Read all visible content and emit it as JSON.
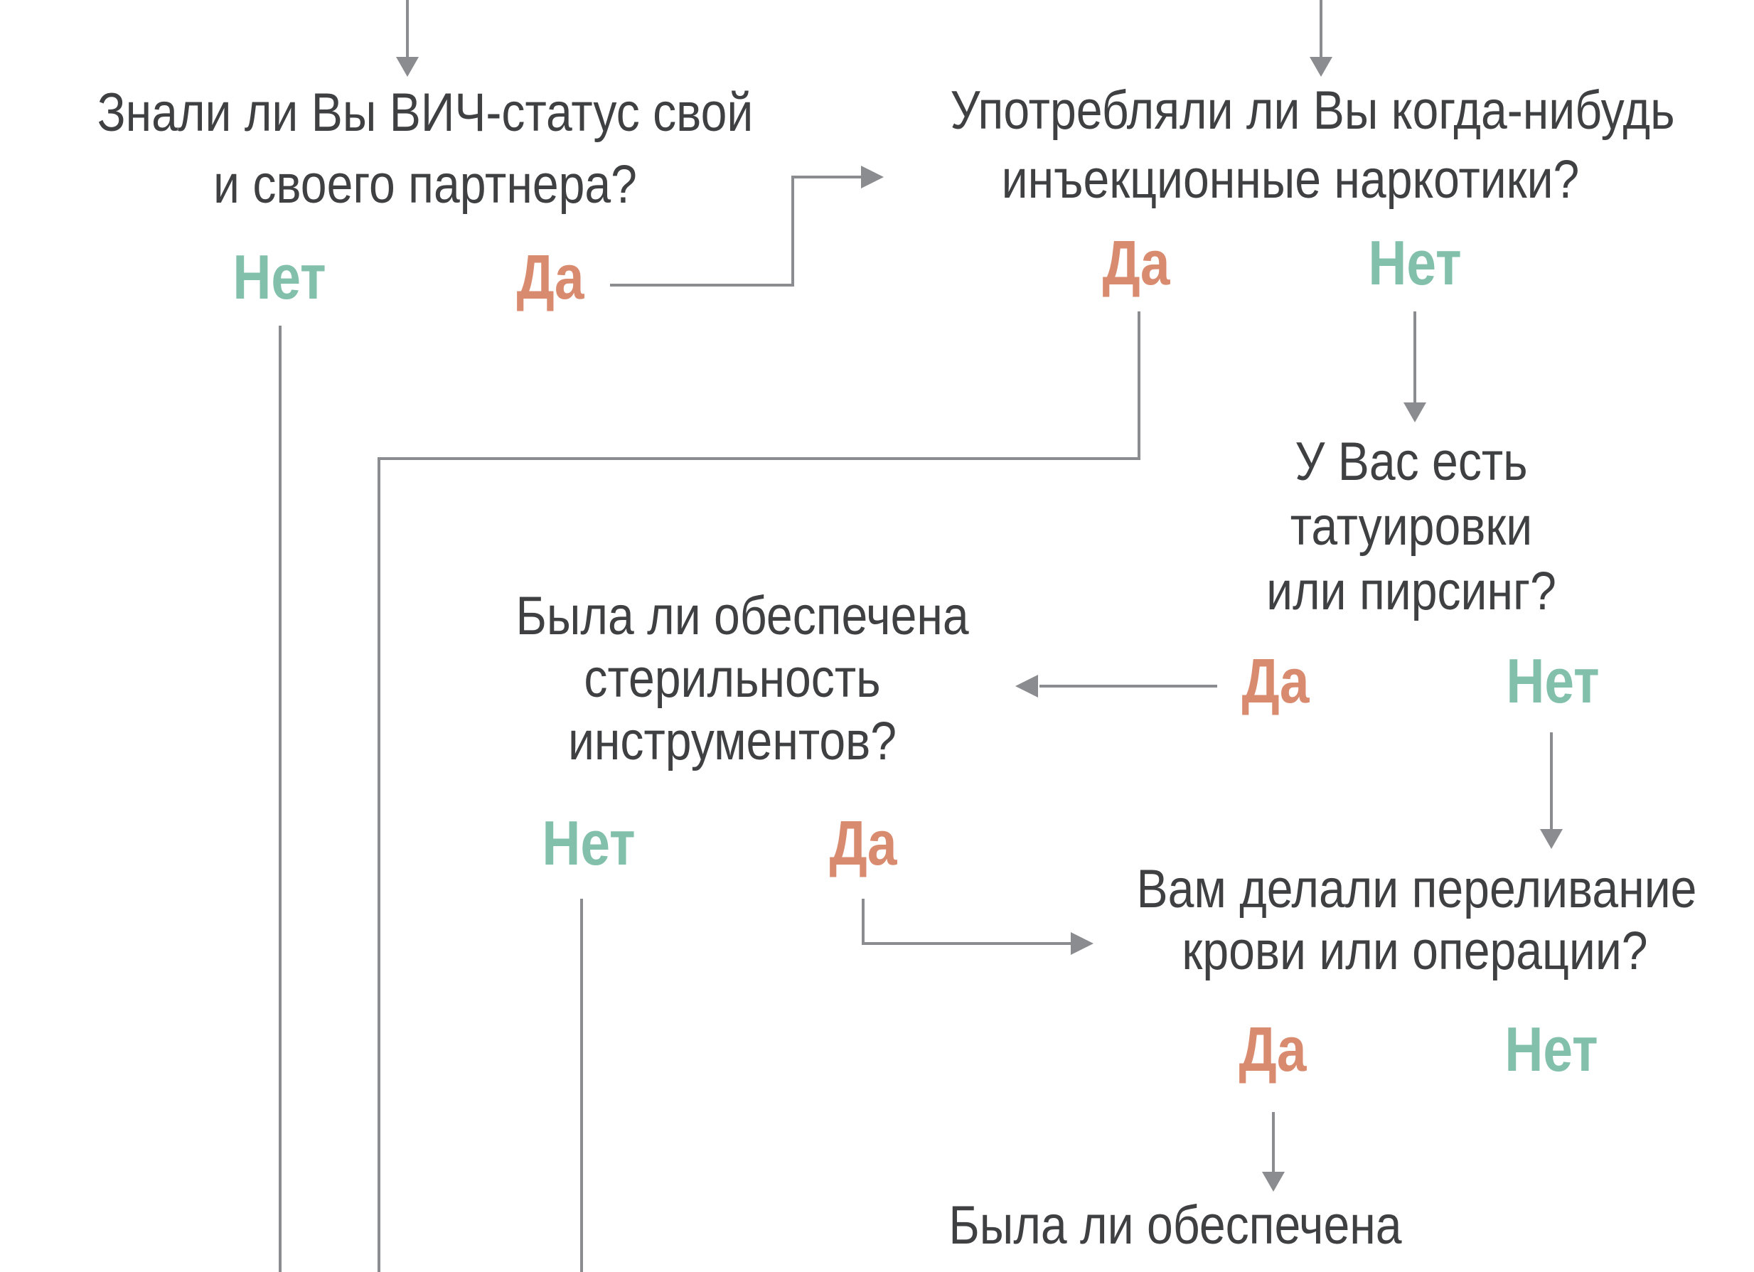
{
  "colors": {
    "question_text": "#3F4042",
    "yes_answer": "#D98B6F",
    "no_answer": "#82C0AC",
    "connector_line": "#8A8C8F"
  },
  "flowchart": {
    "q1": {
      "lines": [
        "Знали ли Вы ВИЧ-статус свой",
        "и своего партнера?"
      ],
      "no": "Нет",
      "yes": "Да"
    },
    "q2": {
      "lines": [
        "Употребляли ли Вы когда-нибудь",
        "инъекционные наркотики?"
      ],
      "yes": "Да",
      "no": "Нет"
    },
    "q3": {
      "lines": [
        "У Вас есть",
        "татуировки",
        "или пирсинг?"
      ],
      "yes": "Да",
      "no": "Нет"
    },
    "q4": {
      "lines": [
        "Была ли обеспечена",
        "стерильность",
        "инструментов?"
      ],
      "no": "Нет",
      "yes": "Да"
    },
    "q5": {
      "lines": [
        "Вам делали переливание",
        "крови или операции?"
      ],
      "yes": "Да",
      "no": "Нет"
    },
    "q6": {
      "lines": [
        "Была ли обеспечена"
      ]
    }
  }
}
